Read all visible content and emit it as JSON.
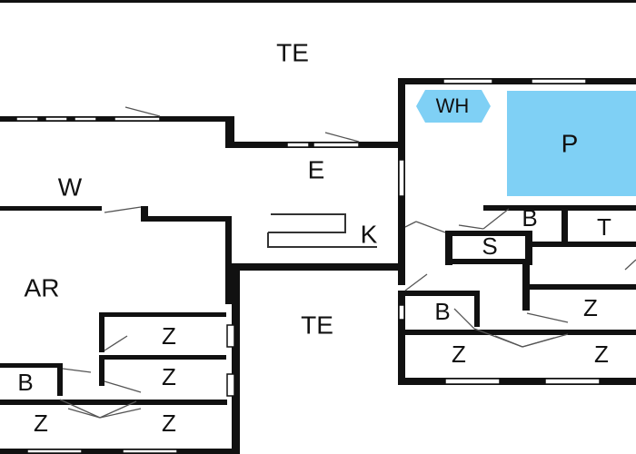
{
  "colors": {
    "background": "#ffffff",
    "wall": "#111111",
    "window_fill": "#ffffff",
    "pool": "#7fd0f5",
    "water_heater": "#7fd0f5",
    "door_line": "#555555",
    "kitchen_line": "#333333"
  },
  "rooms": {
    "terrace_top": "TE",
    "terrace_mid": "TE",
    "entrance": "E",
    "kitchen": "K",
    "utility": "W",
    "living": "AR",
    "water_heater": "WH",
    "pool": "P",
    "bath_pool": "B",
    "technical": "T",
    "sauna": "S",
    "bath_right": "B",
    "bath_left": "B",
    "bedroom_left_1": "Z",
    "bedroom_left_2": "Z",
    "bedroom_left_3": "Z",
    "bedroom_left_4": "Z",
    "bedroom_right_1": "Z",
    "bedroom_right_2": "Z",
    "bedroom_right_3": "Z"
  }
}
